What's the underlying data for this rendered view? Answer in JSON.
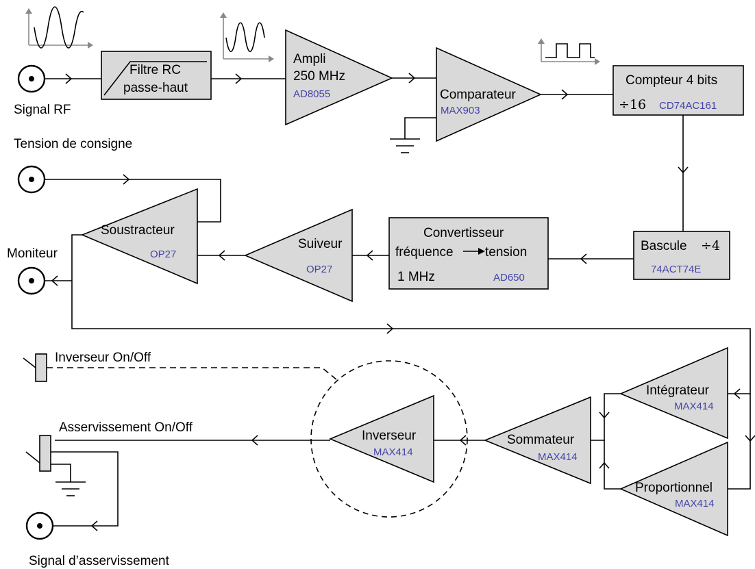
{
  "labels": {
    "signal_rf": "Signal RF",
    "tension_consigne": "Tension de consigne",
    "moniteur": "Moniteur",
    "inverseur_onoff": "Inverseur On/Off",
    "asservissement_onoff": "Asservissement On/Off",
    "signal_asservissement": "Signal d’asservissement"
  },
  "blocks": {
    "filtre": {
      "line1": "Filtre RC",
      "line2": "passe-haut"
    },
    "ampli": {
      "line1": "Ampli",
      "line2": "250 MHz",
      "part": "AD8055"
    },
    "comparateur": {
      "name": "Comparateur",
      "part": "MAX903"
    },
    "compteur": {
      "name": "Compteur 4 bits",
      "div": "÷16",
      "part": "CD74AC161"
    },
    "bascule": {
      "name": "Bascule",
      "div": "÷4",
      "part": "74ACT74E"
    },
    "convertisseur": {
      "line1": "Convertisseur",
      "line2a": "fréquence",
      "line2b": "tension",
      "line3": "1 MHz",
      "part": "AD650"
    },
    "suiveur": {
      "name": "Suiveur",
      "part": "OP27"
    },
    "soustracteur": {
      "name": "Soustracteur",
      "part": "OP27"
    },
    "integrateur": {
      "name": "Intégrateur",
      "part": "MAX414"
    },
    "proportionnel": {
      "name": "Proportionnel",
      "part": "MAX414"
    },
    "sommateur": {
      "name": "Sommateur",
      "part": "MAX414"
    },
    "inverseur": {
      "name": "Inverseur",
      "part": "MAX414"
    }
  },
  "colors": {
    "block_fill": "#d9d9d9",
    "part_text": "#4444aa",
    "graph_axes": "#888888"
  }
}
